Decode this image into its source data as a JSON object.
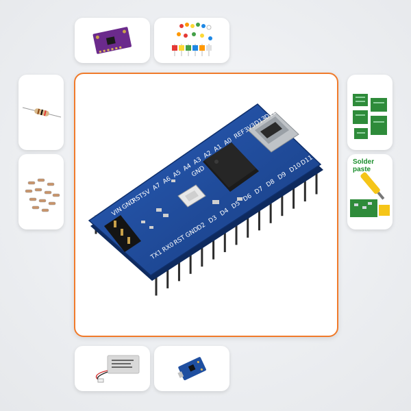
{
  "thumbnails": {
    "solder_paste_label": "Solder paste"
  },
  "board": {
    "pin_labels_bottom": [
      "TX1",
      "RX0",
      "RST",
      "GND",
      "D2",
      "D3",
      "D4",
      "D5",
      "D6",
      "D7",
      "D8",
      "D9",
      "D10",
      "D11"
    ],
    "pin_labels_top": [
      "VIN",
      "GND",
      "RST",
      "5V",
      "A7",
      "A6",
      "A5",
      "A4",
      "A3",
      "A2",
      "A1",
      "A0",
      "REF",
      "3V3",
      "D13",
      "D12"
    ],
    "chip_label": "GND"
  },
  "colors": {
    "accent_border": "#f07a2a",
    "pcb_blue": "#1f4fa0"
  }
}
